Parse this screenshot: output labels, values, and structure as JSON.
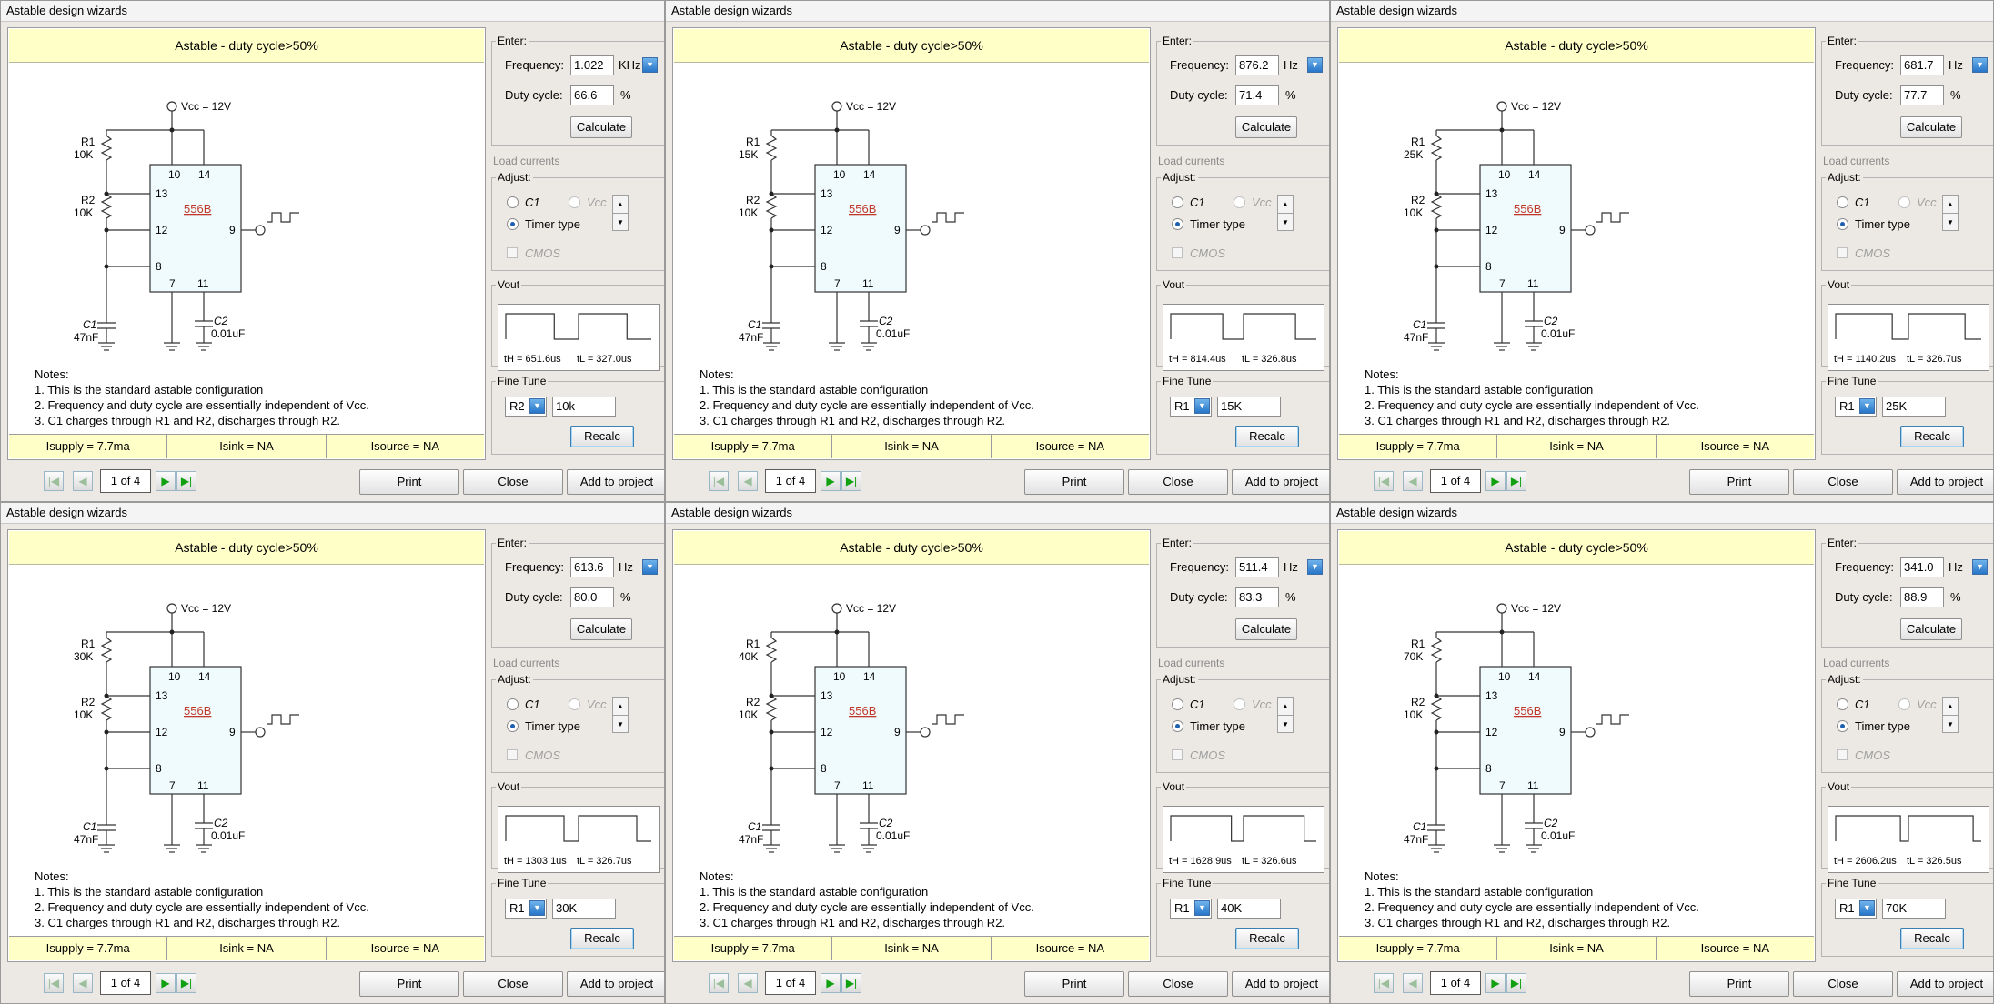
{
  "app": {
    "window_title": "Astable design wizards",
    "heading": "Astable - duty cycle>50%"
  },
  "schematic": {
    "vcc_label": "Vcc = 12V",
    "chip_label": "556B",
    "c1_name": "C1",
    "c1_value": "47nF",
    "c2_name": "C2",
    "c2_value": "0.01uF",
    "r1_name": "R1",
    "r2_name": "R2",
    "r2_value": "10K",
    "pins": [
      "10",
      "14",
      "13",
      "12",
      "9",
      "8",
      "7",
      "11"
    ]
  },
  "notes": [
    "Notes:",
    "1. This is the standard astable configuration",
    "2. Frequency and duty cycle are essentially independent  of Vcc.",
    "3. C1 charges through R1 and R2, discharges through R2."
  ],
  "status": {
    "isupply": "Isupply =  7.7ma",
    "isink": "Isink = NA",
    "isource": "Isource = NA"
  },
  "labels": {
    "enter": "Enter:",
    "frequency": "Frequency:",
    "duty_cycle": "Duty cycle:",
    "percent": "%",
    "calculate": "Calculate",
    "load_currents": "Load currents",
    "adjust": "Adjust:",
    "opt_c1": "C1",
    "opt_vcc": "Vcc",
    "opt_timer": "Timer type",
    "cmos": "CMOS",
    "vout": "Vout",
    "fine_tune": "Fine Tune",
    "recalc": "Recalc",
    "page": "1 of 4",
    "print": "Print",
    "close": "Close",
    "add_to_project": "Add to project"
  },
  "icons": {
    "first": "first-page-icon",
    "prev": "prev-page-icon",
    "next": "next-page-icon",
    "last": "last-page-icon",
    "dropdown": "chevron-down-icon",
    "spin_up": "arrow-up-icon",
    "spin_down": "arrow-down-icon",
    "output": "square-wave-icon"
  },
  "colors": {
    "banner": "#ffffc8",
    "chip_fill": "#f0fbfd",
    "chip_label": "#c0392b",
    "nav_green": "#10a010"
  },
  "panels": [
    {
      "frequency": "1.022",
      "unit": "KHz",
      "duty": "66.6",
      "th": "tH = 651.6us",
      "tl": "tL = 327.0us",
      "duty_fraction": 0.666,
      "r1": "10K",
      "fine_sel": "R2",
      "fine_val": "10k"
    },
    {
      "frequency": "876.2",
      "unit": "Hz",
      "duty": "71.4",
      "th": "tH = 814.4us",
      "tl": "tL = 326.8us",
      "duty_fraction": 0.714,
      "r1": "15K",
      "fine_sel": "R1",
      "fine_val": "15K"
    },
    {
      "frequency": "681.7",
      "unit": "Hz",
      "duty": "77.7",
      "th": "tH = 1140.2us",
      "tl": "tL = 326.7us",
      "duty_fraction": 0.777,
      "r1": "25K",
      "fine_sel": "R1",
      "fine_val": "25K"
    },
    {
      "frequency": "613.6",
      "unit": "Hz",
      "duty": "80.0",
      "th": "tH = 1303.1us",
      "tl": "tL = 326.7us",
      "duty_fraction": 0.8,
      "r1": "30K",
      "fine_sel": "R1",
      "fine_val": "30K"
    },
    {
      "frequency": "511.4",
      "unit": "Hz",
      "duty": "83.3",
      "th": "tH = 1628.9us",
      "tl": "tL = 326.6us",
      "duty_fraction": 0.833,
      "r1": "40K",
      "fine_sel": "R1",
      "fine_val": "40K"
    },
    {
      "frequency": "341.0",
      "unit": "Hz",
      "duty": "88.9",
      "th": "tH = 2606.2us",
      "tl": "tL = 326.5us",
      "duty_fraction": 0.889,
      "r1": "70K",
      "fine_sel": "R1",
      "fine_val": "70K"
    }
  ]
}
